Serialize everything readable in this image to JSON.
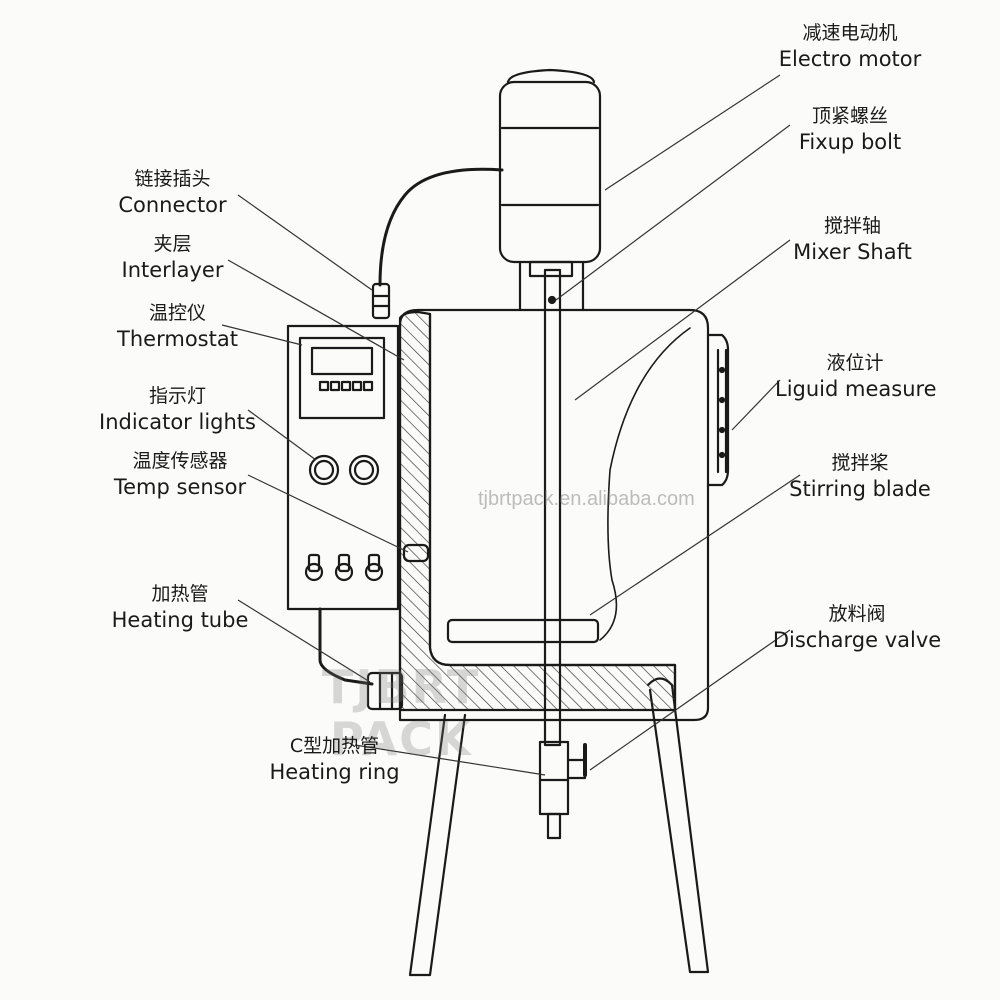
{
  "labels": {
    "electro_motor": {
      "zh": "减速电动机",
      "en": "Electro motor"
    },
    "fixup_bolt": {
      "zh": "顶紧螺丝",
      "en": "Fixup bolt"
    },
    "mixer_shaft": {
      "zh": "搅拌轴",
      "en": "Mixer Shaft"
    },
    "liquid_measure": {
      "zh": "液位计",
      "en": "Liguid measure"
    },
    "stirring_blade": {
      "zh": "搅拌桨",
      "en": "Stirring blade"
    },
    "discharge_valve": {
      "zh": "放料阀",
      "en": "Discharge valve"
    },
    "connector": {
      "zh": "链接插头",
      "en": "Connector"
    },
    "interlayer": {
      "zh": "夹层",
      "en": "Interlayer"
    },
    "thermostat": {
      "zh": "温控仪",
      "en": "Thermostat"
    },
    "indicator_lights": {
      "zh": "指示灯",
      "en": "Indicator lights"
    },
    "temp_sensor": {
      "zh": "温度传感器",
      "en": "Temp sensor"
    },
    "heating_tube": {
      "zh": "加热管",
      "en": "Heating tube"
    },
    "heating_ring": {
      "zh": "C型加热管",
      "en": "Heating ring"
    }
  },
  "watermark": {
    "line1": "TJBRT",
    "line2": "PACK",
    "site": "tjbrtpack.en.alibaba.com"
  }
}
